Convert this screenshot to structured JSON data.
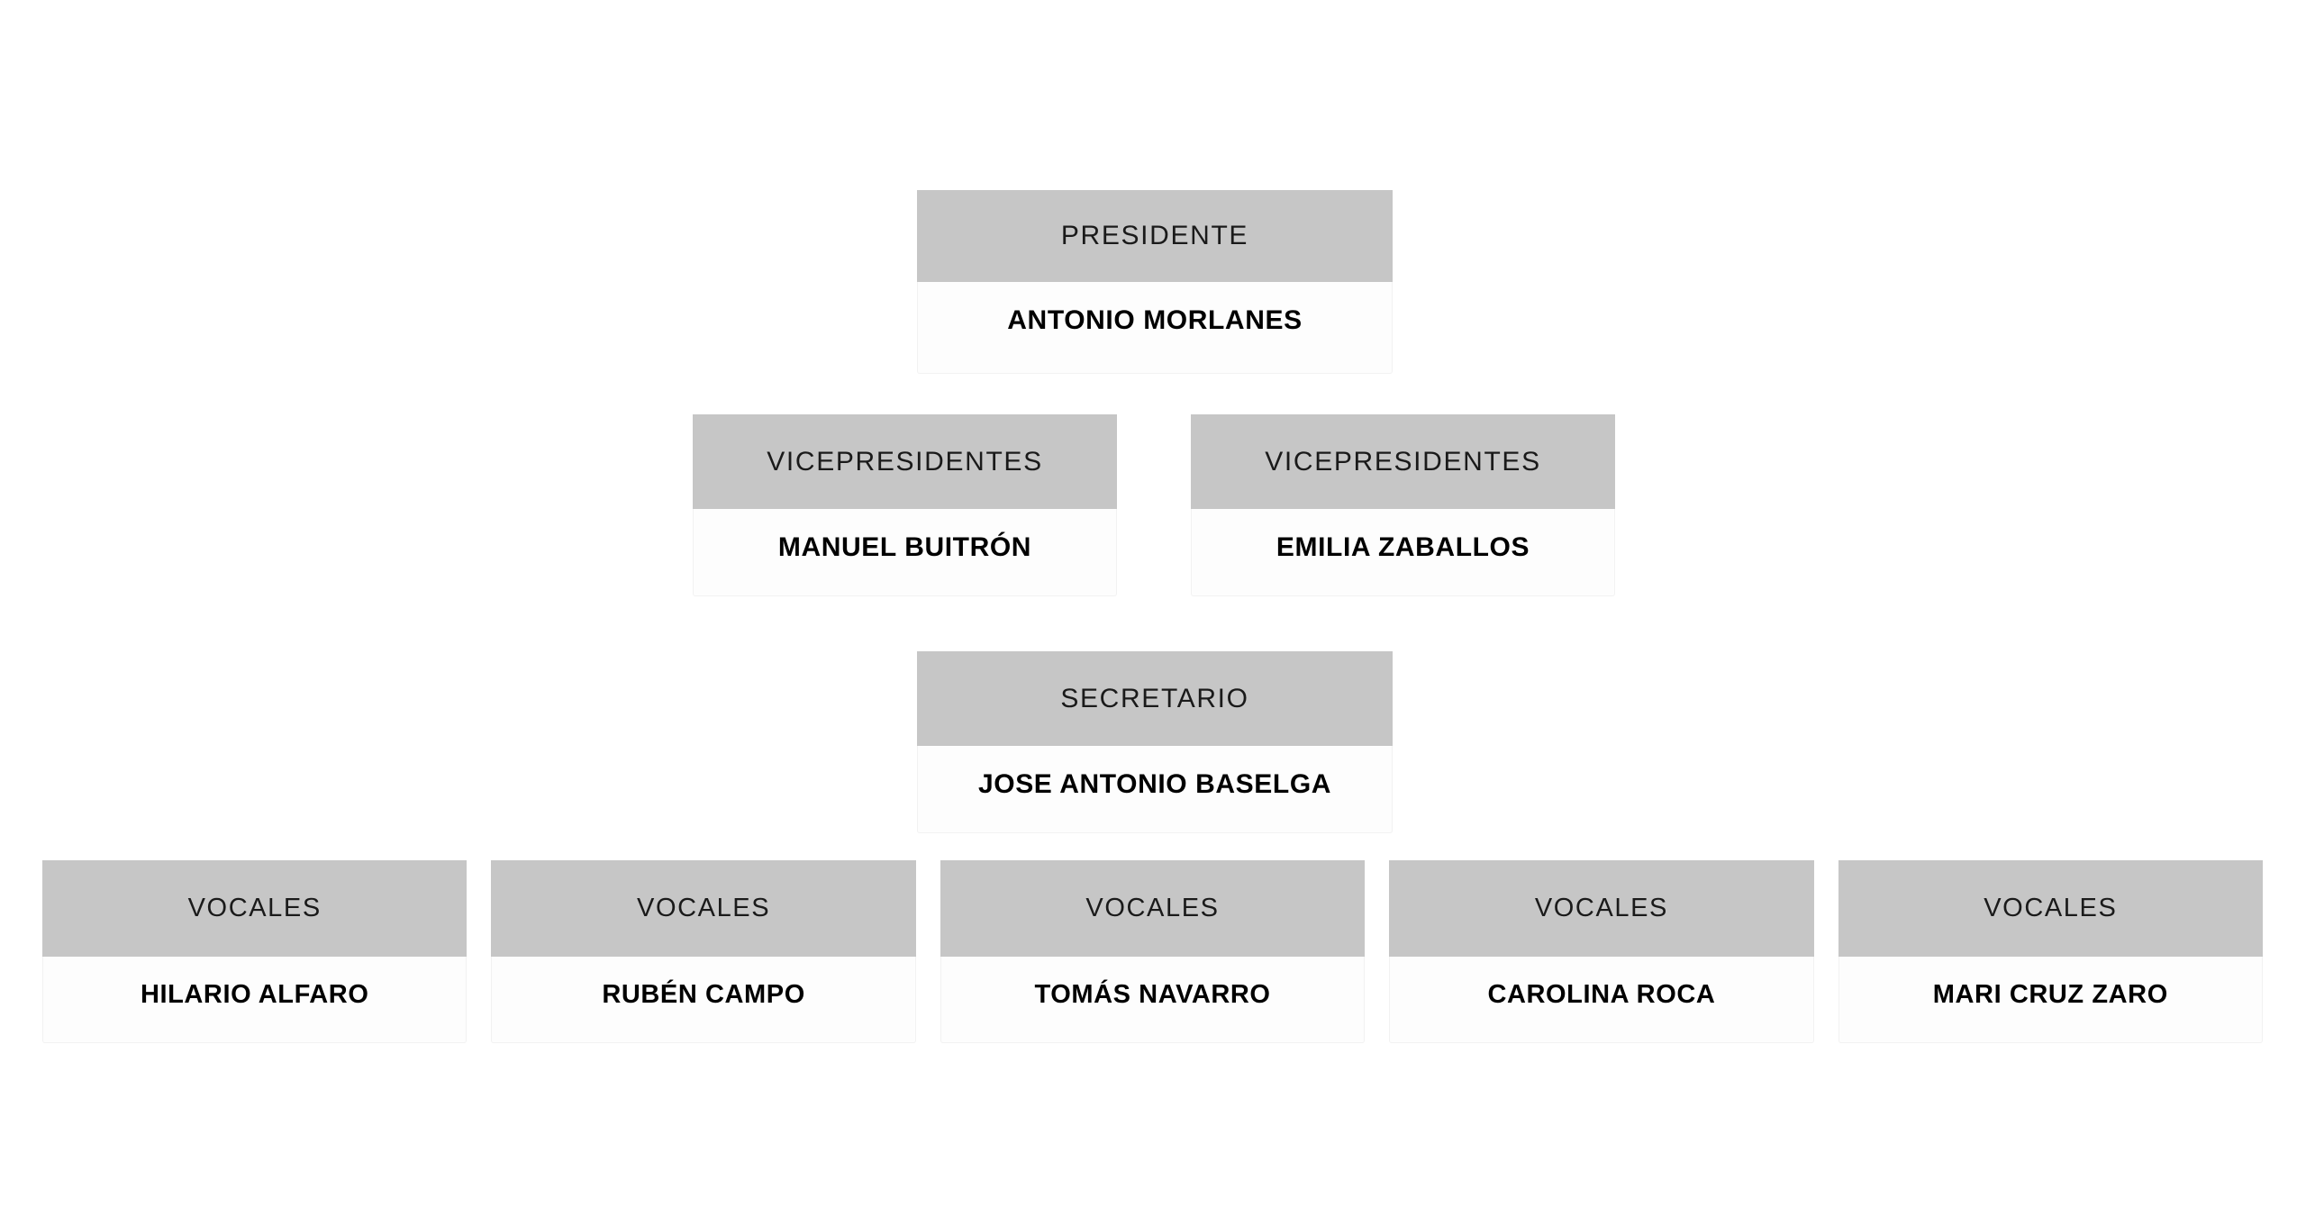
{
  "chart_type": "organizational-chart",
  "levels": [
    {
      "id": "presidente",
      "cards": [
        {
          "role": "PRESIDENTE",
          "name": "ANTONIO MORLANES"
        }
      ]
    },
    {
      "id": "vicepresidentes",
      "cards": [
        {
          "role": "VICEPRESIDENTES",
          "name": "MANUEL BUITRÓN"
        },
        {
          "role": "VICEPRESIDENTES",
          "name": "EMILIA ZABALLOS"
        }
      ]
    },
    {
      "id": "secretario",
      "cards": [
        {
          "role": "SECRETARIO",
          "name": "JOSE ANTONIO BASELGA"
        }
      ]
    },
    {
      "id": "vocales",
      "cards": [
        {
          "role": "VOCALES",
          "name": "HILARIO ALFARO"
        },
        {
          "role": "VOCALES",
          "name": "RUBÉN CAMPO"
        },
        {
          "role": "VOCALES",
          "name": "TOMÁS NAVARRO"
        },
        {
          "role": "VOCALES",
          "name": "CAROLINA ROCA"
        },
        {
          "role": "VOCALES",
          "name": "MARI CRUZ ZARO"
        }
      ]
    }
  ],
  "colors": {
    "header_background": "#c6c6c6",
    "body_background": "#fdfdfd",
    "body_border": "#f2f2f2",
    "header_text": "#1a1a1a",
    "body_text": "#000000",
    "page_background": "#ffffff"
  }
}
